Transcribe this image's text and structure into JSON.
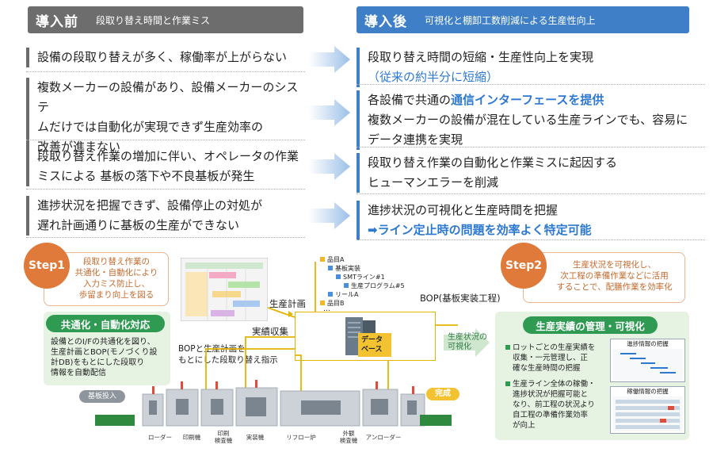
{
  "before": {
    "title": "導入前",
    "subtitle": "段取り替え時間と作業ミス",
    "items": [
      [
        "設備の段取り替えが多く、稼働率が上がらない"
      ],
      [
        "複数メーカーの設備があり、設備メーカーのシステ",
        "ムだけでは自動化が実現できず生産効率の",
        "改善が進まない"
      ],
      [
        "段取り替え作業の増加に伴い、オペレータの作業",
        "ミスによる 基板の落下や不良基板が発生"
      ],
      [
        "進捗状況を把握できず、設備停止の対処が",
        "遅れ計画通りに基板の生産ができない"
      ]
    ]
  },
  "after": {
    "title": "導入後",
    "subtitle": "可視化と棚卸工数削減による生産性向上",
    "item1_line1": "段取り替え時間の短縮・生産性向上を実現",
    "item1_line2": "（従来の約半分に短縮）",
    "item2_pre": "各設備で共通の",
    "item2_blue": "通信インターフェースを提供",
    "item2_line2": "複数メーカーの設備が混在している生産ラインでも、容易に",
    "item2_line3": "データ連携を実現",
    "item3_line1": "段取り替え作業の自動化と作業ミスに起因する",
    "item3_line2": "ヒューマンエラーを削減",
    "item4_line1": "進捗状況の可視化と生産時間を把握",
    "item4_line2": "➡ライン定止時の問題を効率よく特定可能"
  },
  "diagram": {
    "step1_label": "Step1",
    "step1_bubble": [
      "段取り替え作業の",
      "共通化・自動化により",
      "入力ミス防止し、",
      "歩留まり向上を図る"
    ],
    "step1_title": "共通化・自動化対応",
    "step1_desc": [
      "設備とのI/Fの共通化を図り、",
      "生産計画とBOP(モノづくり設",
      "計DB)をもとにした段取り",
      "情報を自動配信"
    ],
    "step2_label": "Step2",
    "step2_bubble": [
      "生産状況を可視化し、",
      "次工程の準備作業などに活用",
      "することで、配膳作業を効率化"
    ],
    "step2_title": "生産実績の管理・可視化",
    "step2_items": [
      [
        "ロットごとの生産実績を",
        "収集・一元管理し、正",
        "確な生産時間の把握"
      ],
      [
        "生産ライン全体の稼働・",
        "進捗状況が把握可能と",
        "なり、前工程の状況より",
        "自工程の準備作業効率",
        "が向上"
      ]
    ],
    "screen1_title": "進捗情報の把握",
    "screen2_title": "稼働情報の把握",
    "tree": [
      "品目A",
      "基板実装",
      "SMTライン#1",
      "生産プログラム#5",
      "リールA",
      "品目B"
    ],
    "label_plan": "生産計画",
    "label_bop": "BOP(基板実装工程)",
    "label_collect": "実績収集",
    "label_dist": [
      "BOPと生産計画を",
      "もとにした段取り替え指示"
    ],
    "label_visual": [
      "生産状況の",
      "可視化"
    ],
    "db_label": [
      "データ",
      "ベース"
    ],
    "board_in": "基板投入",
    "done": "完成",
    "machines": [
      [
        "ローダー"
      ],
      [
        "印刷機"
      ],
      [
        "印刷",
        "検査機"
      ],
      [
        "実装機"
      ],
      [
        "リフロー炉"
      ],
      [
        "外観",
        "検査機"
      ],
      [
        "アンローダー"
      ]
    ],
    "ellipsis": "…"
  }
}
